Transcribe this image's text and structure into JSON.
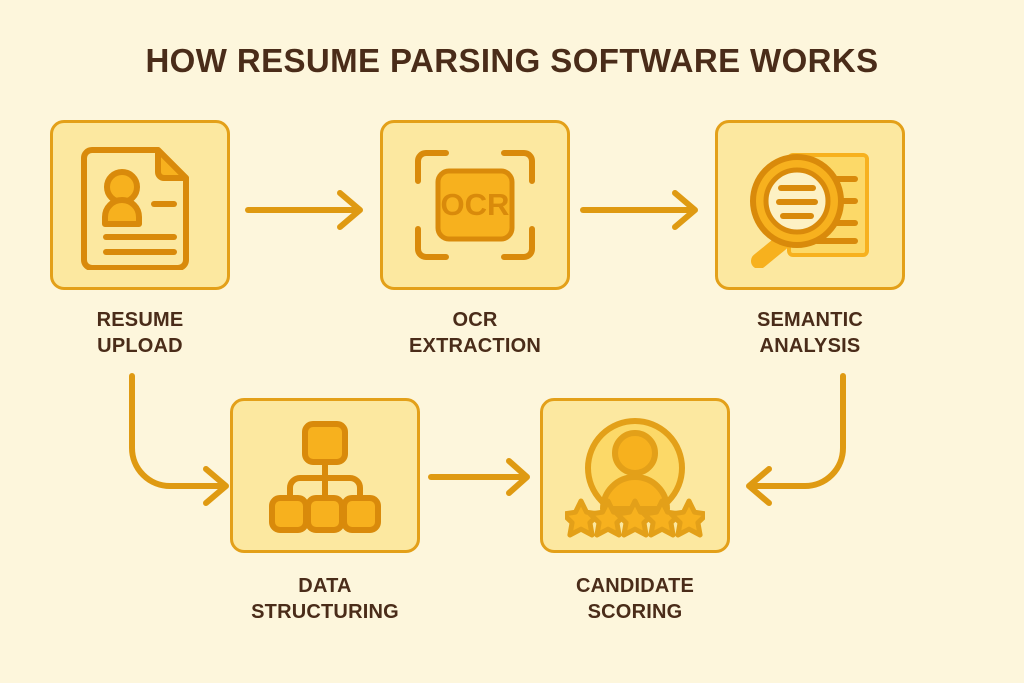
{
  "title": "HOW RESUME PARSING SOFTWARE WORKS",
  "colors": {
    "background": "#FDF6DC",
    "box_fill": "#FCE8A0",
    "box_border": "#E3A019",
    "icon_accent": "#F7B11E",
    "icon_outline": "#D98A0B",
    "title_text": "#4A2C19",
    "arrow": "#DF9A12"
  },
  "steps": [
    {
      "id": "resume-upload",
      "order": 1,
      "label": "RESUME\nUPLOAD",
      "icon": "resume-document-icon",
      "icon_text": ""
    },
    {
      "id": "ocr-extraction",
      "order": 2,
      "label": "OCR\nEXTRACTION",
      "icon": "ocr-scanner-icon",
      "icon_text": "OCR"
    },
    {
      "id": "semantic-analysis",
      "order": 3,
      "label": "SEMANTIC\nANALYSIS",
      "icon": "magnifier-document-icon",
      "icon_text": ""
    },
    {
      "id": "data-structuring",
      "order": 4,
      "label": "DATA\nSTRUCTURING",
      "icon": "hierarchy-tree-icon",
      "icon_text": ""
    },
    {
      "id": "candidate-scoring",
      "order": 5,
      "label": "CANDIDATE\nSCORING",
      "icon": "avatar-stars-icon",
      "icon_text": ""
    }
  ],
  "connectors": [
    {
      "id": "arrow-1-2",
      "from": "resume-upload",
      "to": "ocr-extraction",
      "shape": "straight-right",
      "icon": "arrow-right-icon"
    },
    {
      "id": "arrow-2-3",
      "from": "ocr-extraction",
      "to": "semantic-analysis",
      "shape": "straight-right",
      "icon": "arrow-right-icon"
    },
    {
      "id": "arrow-3-4",
      "from": "semantic-analysis",
      "to": "candidate-scoring",
      "shape": "elbow-down-left",
      "icon": "arrow-curve-left-icon"
    },
    {
      "id": "arrow-1-4",
      "from": "resume-upload",
      "to": "data-structuring",
      "shape": "elbow-down-right",
      "icon": "arrow-curve-right-icon"
    },
    {
      "id": "arrow-4-5",
      "from": "data-structuring",
      "to": "candidate-scoring",
      "shape": "straight-right",
      "icon": "arrow-right-icon"
    }
  ],
  "candidate_scoring_stars": 5
}
